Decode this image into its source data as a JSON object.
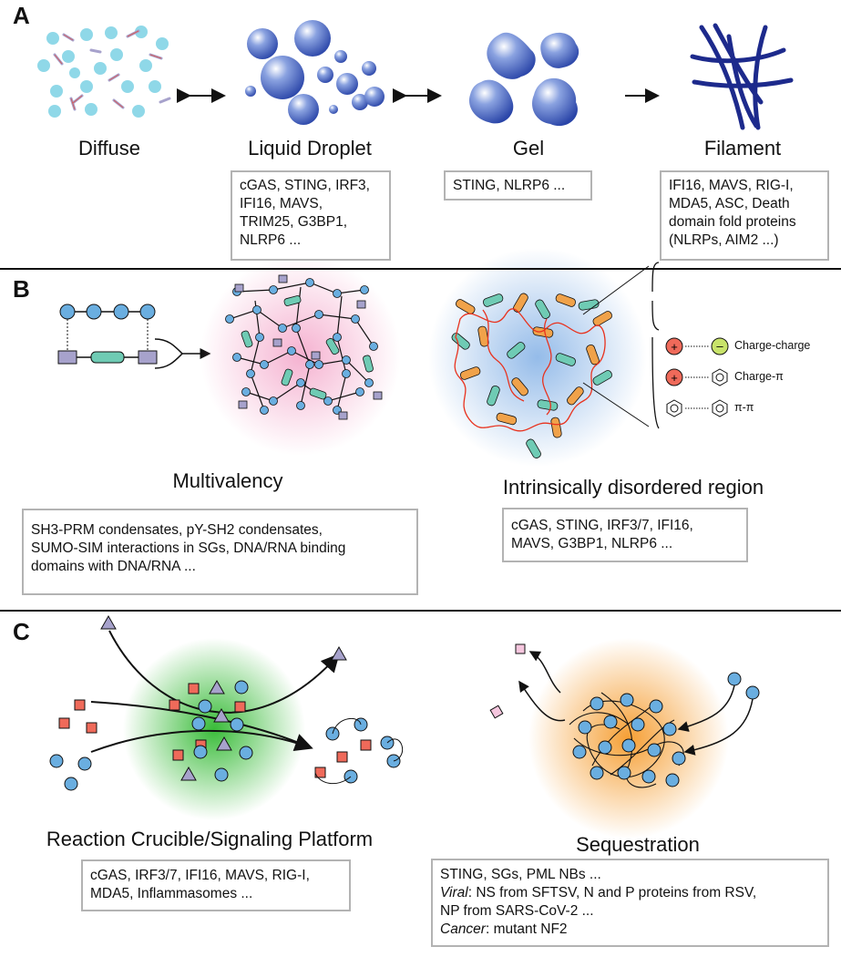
{
  "panels": {
    "a": "A",
    "b": "B",
    "c": "C"
  },
  "panel_a": {
    "states": [
      {
        "label": "Diffuse"
      },
      {
        "label": "Liquid Droplet",
        "lines": [
          "cGAS, STING, IRF3,",
          "IFI16, MAVS,",
          "TRIM25, G3BP1,",
          "NLRP6 ..."
        ]
      },
      {
        "label": "Gel",
        "lines": [
          "STING, NLRP6 ..."
        ]
      },
      {
        "label": "Filament",
        "lines": [
          "IFI16, MAVS, RIG-I,",
          "MDA5, ASC, Death",
          "domain fold proteins",
          "(NLRPs, AIM2 ...)"
        ]
      }
    ]
  },
  "panel_b": {
    "multivalency": {
      "label": "Multivalency",
      "lines": [
        "SH3-PRM condensates, pY-SH2 condensates,",
        "SUMO-SIM interactions in SGs, DNA/RNA binding",
        "domains with DNA/RNA ..."
      ]
    },
    "idr": {
      "label": "Intrinsically disordered region",
      "lines": [
        "cGAS, STING, IRF3/7, IFI16,",
        "MAVS, G3BP1, NLRP6 ..."
      ]
    },
    "interactions": [
      "Charge-charge",
      "Charge-π",
      "π-π"
    ]
  },
  "panel_c": {
    "crucible": {
      "label": "Reaction Crucible/Signaling Platform",
      "lines": [
        "cGAS, IRF3/7, IFI16, MAVS, RIG-I,",
        "MDA5, Inflammasomes ..."
      ]
    },
    "sequestration": {
      "label": "Sequestration",
      "line1": "STING, SGs, PML NBs ...",
      "viral_label": "Viral",
      "viral_text": ": NS from SFTSV, N and P proteins from RSV,",
      "line3": "NP from SARS-CoV-2 ...",
      "cancer_label": "Cancer",
      "cancer_text": ": mutant NF2"
    }
  },
  "colors": {
    "diffuse": "#8fd8e8",
    "droplet": "#3f63b8",
    "filament": "#1d2a8c",
    "multivalency_glow": "#f6c6dc",
    "idr_glow": "#a9c8ec",
    "crucible_glow": "#3fbf3f",
    "sequestration_glow": "#f6a43a",
    "circle": "#6aaee0",
    "square": "#ef6a5a",
    "triangle": "#a7a2cc",
    "idr_orange": "#f0a24a",
    "idr_teal": "#6fcbb4",
    "idr_red": "#e8321e",
    "gray_box": "#b3b3b3"
  }
}
